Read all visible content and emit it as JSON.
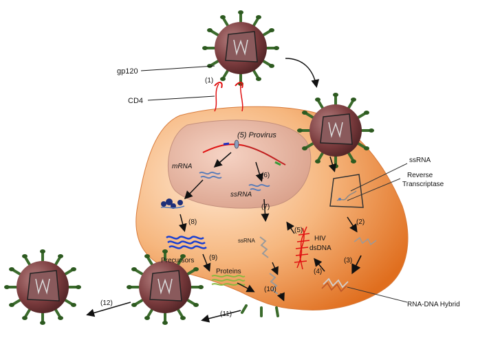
{
  "labels": {
    "gp120": "gp120",
    "cd4": "CD4",
    "provirus": "(5) Provirus",
    "mrna": "mRNA",
    "ssrna_nucleus": "ssRNA",
    "ssrna_cyto": "ssRNA",
    "precursors": "Precursors",
    "proteins": "Proteins",
    "hiv": "HIV",
    "dsdna": "dsDNA",
    "ssrna_right": "ssRNA",
    "reverse": "Reverse",
    "transcriptase": "Transcriptase",
    "hybrid": "RNA-DNA Hybrid"
  },
  "steps": {
    "s1": "(1)",
    "s2": "(2)",
    "s3": "(3)",
    "s4": "(4)",
    "s5": "(5)",
    "s6": "(6)",
    "s7": "(7)",
    "s8": "(8)",
    "s9": "(9)",
    "s10": "(10)",
    "s11": "(11)",
    "s12": "(12)"
  },
  "colors": {
    "virus_body": "#7a3b3d",
    "spike": "#3b6b2c",
    "cell": "#f0a060",
    "nucleus": "#e9b7a4",
    "dsdna": "#e01010",
    "protein": "#1a3fd0"
  }
}
